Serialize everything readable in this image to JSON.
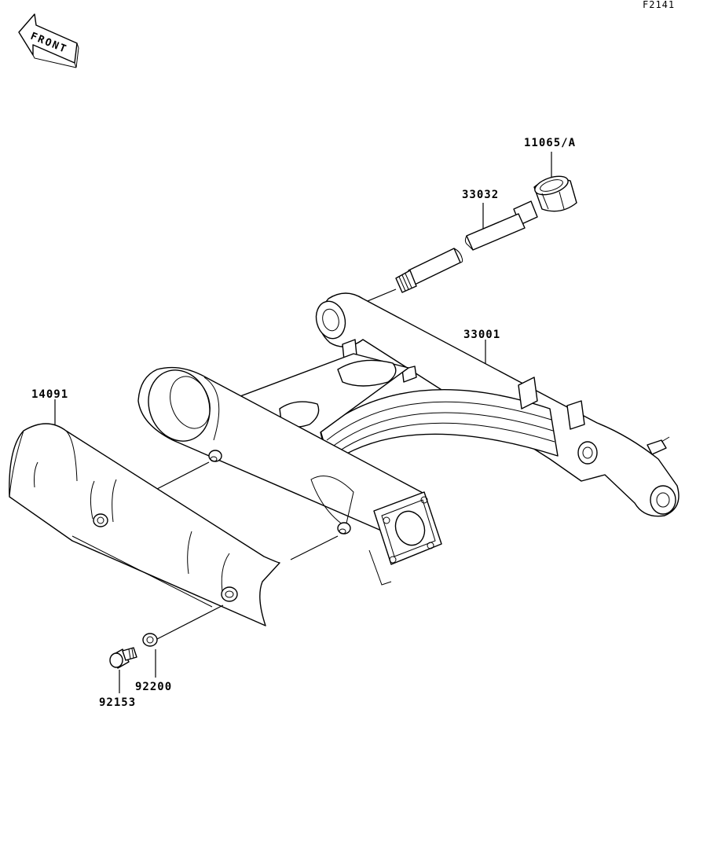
{
  "figure_code": "F2141",
  "front_badge": {
    "text": "FRONT",
    "icon": "front-arrow-icon"
  },
  "parts": [
    {
      "number": "11065/A",
      "name": "cap"
    },
    {
      "number": "33032",
      "name": "pivot-shaft"
    },
    {
      "number": "33001",
      "name": "swing-arm"
    },
    {
      "number": "14091",
      "name": "cover"
    },
    {
      "number": "92200",
      "name": "washer"
    },
    {
      "number": "92153",
      "name": "bolt"
    }
  ]
}
